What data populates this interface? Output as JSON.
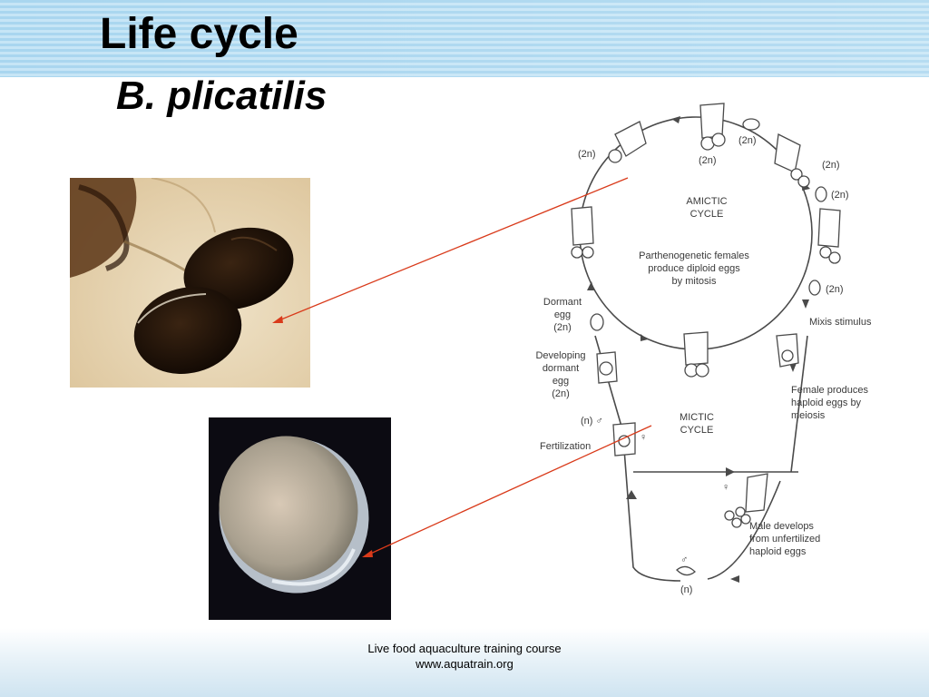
{
  "slide": {
    "title": "Life cycle",
    "subtitle": "B. plicatilis"
  },
  "footer": {
    "line1": "Live food aquaculture training course",
    "line2": "www.aquatrain.org"
  },
  "diagram": {
    "amictic_cycle": [
      "AMICTIC",
      "CYCLE"
    ],
    "parthenogenesis": [
      "Parthenogenetic females",
      "produce diploid eggs",
      "by mitosis"
    ],
    "mictic_cycle": [
      "MICTIC",
      "CYCLE"
    ],
    "dormant_egg": [
      "Dormant",
      "egg",
      "(2n)"
    ],
    "developing_dormant_egg": [
      "Developing",
      "dormant",
      "egg",
      "(2n)"
    ],
    "fertilization": "Fertilization",
    "n_male": "(n) ♂",
    "mixis_stimulus": "Mixis stimulus",
    "female_produces": [
      "Female produces",
      "haploid eggs by",
      "meiosis"
    ],
    "male_develops": [
      "Male develops",
      "from unfertilized",
      "haploid eggs"
    ],
    "ploidy_2n": "(2n)",
    "ploidy_n": "(n)",
    "female_symbol": "♀",
    "male_symbol": "♂"
  },
  "colors": {
    "arrow": "#d93a1a",
    "header": "#a9d6ef"
  }
}
